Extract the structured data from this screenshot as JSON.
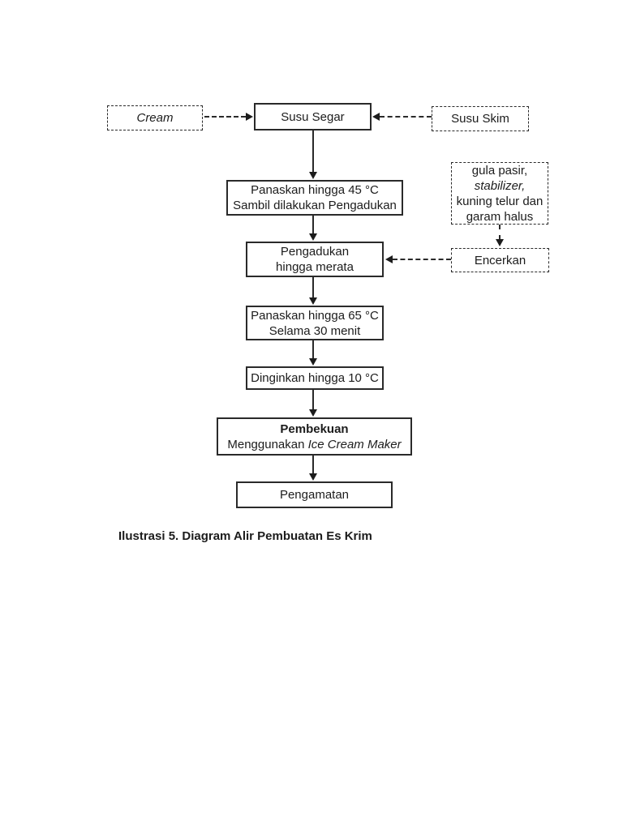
{
  "page": {
    "background_color": "#ffffff",
    "ink_color": "#1c1c1c",
    "border_color": "#2a2a2a"
  },
  "flowchart": {
    "nodes": {
      "cream": {
        "label": "Cream",
        "border_style": "dashed",
        "italic": true
      },
      "susu_segar": {
        "label": "Susu Segar",
        "border_style": "solid"
      },
      "susu_skim": {
        "label": "Susu Skim",
        "border_style": "dashed"
      },
      "panaskan45": {
        "line1": "Panaskan hingga 45 °C",
        "line2": "Sambil dilakukan Pengadukan",
        "border_style": "solid"
      },
      "gula": {
        "line1": "gula pasir,",
        "line2": "stabilizer,",
        "line3": "kuning telur dan",
        "line4": "garam halus",
        "border_style": "dashed",
        "line2_italic": true
      },
      "pengadukan": {
        "line1": "Pengadukan",
        "line2": "hingga merata",
        "border_style": "solid"
      },
      "encerkan": {
        "label": "Encerkan",
        "border_style": "dashed"
      },
      "panaskan65": {
        "line1": "Panaskan hingga 65 °C",
        "line2": "Selama 30 menit",
        "border_style": "solid"
      },
      "dinginkan": {
        "label": "Dinginkan hingga 10 °C",
        "border_style": "solid"
      },
      "pembekuan": {
        "line1": "Pembekuan",
        "line2_prefix": "Menggunakan ",
        "line2_italic": "Ice Cream Maker",
        "border_style": "solid",
        "line1_bold": true
      },
      "pengamatan": {
        "label": "Pengamatan",
        "border_style": "solid"
      }
    },
    "edges": [
      {
        "from": "cream",
        "to": "susu_segar",
        "style": "dashed",
        "direction": "right"
      },
      {
        "from": "susu_skim",
        "to": "susu_segar",
        "style": "dashed",
        "direction": "left"
      },
      {
        "from": "susu_segar",
        "to": "panaskan45",
        "style": "solid",
        "direction": "down"
      },
      {
        "from": "panaskan45",
        "to": "pengadukan",
        "style": "solid",
        "direction": "down"
      },
      {
        "from": "gula",
        "to": "encerkan",
        "style": "dashed",
        "direction": "down"
      },
      {
        "from": "encerkan",
        "to": "pengadukan",
        "style": "dashed",
        "direction": "left"
      },
      {
        "from": "pengadukan",
        "to": "panaskan65",
        "style": "solid",
        "direction": "down"
      },
      {
        "from": "panaskan65",
        "to": "dinginkan",
        "style": "solid",
        "direction": "down"
      },
      {
        "from": "dinginkan",
        "to": "pembekuan",
        "style": "solid",
        "direction": "down"
      },
      {
        "from": "pembekuan",
        "to": "pengamatan",
        "style": "solid",
        "direction": "down"
      }
    ],
    "caption": "Ilustrasi 5. Diagram Alir Pembuatan Es Krim"
  }
}
